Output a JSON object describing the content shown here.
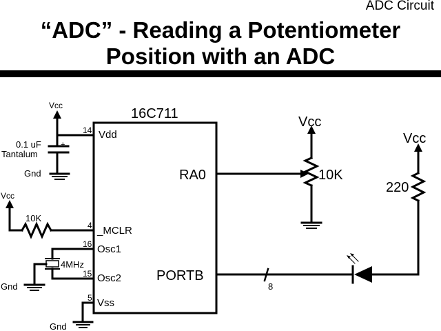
{
  "header": {
    "corner_label": "ADC Circuit",
    "title_line1": "“ADC” - Reading a Potentiometer",
    "title_line2": "Position with an ADC"
  },
  "chip": {
    "part_number": "16C711",
    "pins": [
      {
        "number": "14",
        "name": "Vdd"
      },
      {
        "number": "4",
        "name": "_MCLR"
      },
      {
        "number": "16",
        "name": "Osc1"
      },
      {
        "number": "15",
        "name": "Osc2"
      },
      {
        "number": "5",
        "name": "Vss"
      }
    ],
    "right_pins": [
      {
        "name": "RA0"
      },
      {
        "name": "PORTB"
      }
    ]
  },
  "components": {
    "decoupling_cap": {
      "value": "0.1 uF",
      "type": "Tantalum",
      "polarity": "+"
    },
    "pullup_resistor": {
      "value": "10K"
    },
    "crystal": {
      "value": "4MHz"
    },
    "potentiometer": {
      "value": "10K"
    },
    "led_resistor": {
      "value": "220"
    },
    "bus_width": "8"
  },
  "labels": {
    "vcc": "Vcc",
    "gnd": "Gnd"
  }
}
